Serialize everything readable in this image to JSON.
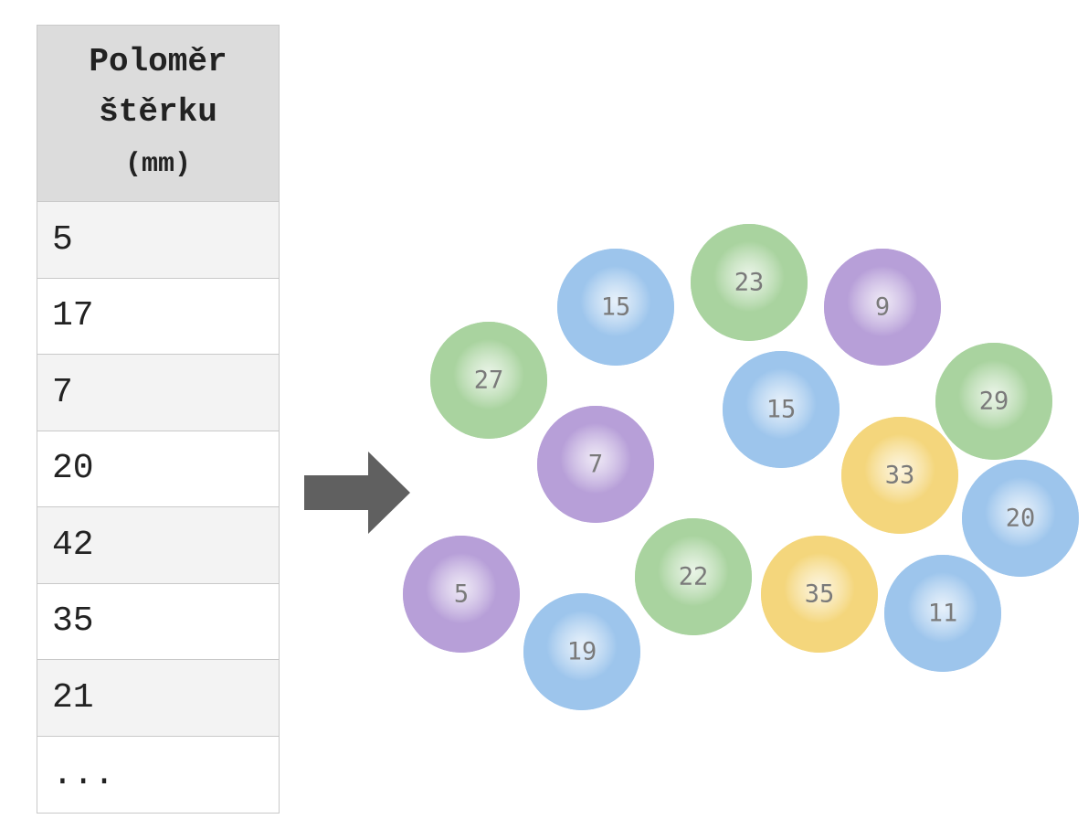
{
  "table": {
    "header_line1": "Poloměr",
    "header_line2": "štěrku",
    "header_line3": "(mm)",
    "rows": [
      "5",
      "17",
      "7",
      "20",
      "42",
      "35",
      "21",
      "..."
    ]
  },
  "arrow_icon": "right-arrow-icon",
  "stones": [
    {
      "label": "15",
      "color": "blue"
    },
    {
      "label": "23",
      "color": "green"
    },
    {
      "label": "9",
      "color": "purple"
    },
    {
      "label": "27",
      "color": "green"
    },
    {
      "label": "15",
      "color": "blue"
    },
    {
      "label": "29",
      "color": "green"
    },
    {
      "label": "7",
      "color": "purple"
    },
    {
      "label": "33",
      "color": "yellow"
    },
    {
      "label": "20",
      "color": "blue"
    },
    {
      "label": "22",
      "color": "green"
    },
    {
      "label": "35",
      "color": "yellow"
    },
    {
      "label": "5",
      "color": "purple"
    },
    {
      "label": "11",
      "color": "blue"
    },
    {
      "label": "19",
      "color": "blue"
    }
  ],
  "colors": {
    "blue": "#9dc5ec",
    "green": "#a9d39f",
    "purple": "#b79fd8",
    "yellow": "#f4d67c",
    "arrow": "#606060"
  }
}
